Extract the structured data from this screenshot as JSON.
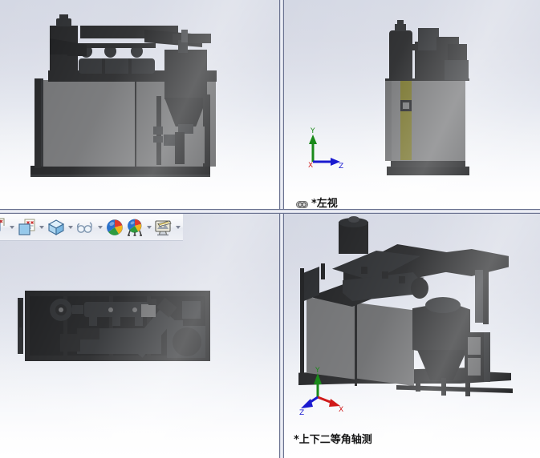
{
  "app": {
    "title": "SolidWorks drawing viewports",
    "background_top": "#d4d8e4",
    "background_bottom": "#ffffff",
    "splitter_color": "#6a7290",
    "selection_color": "#ff8c1a"
  },
  "viewports": [
    {
      "id": "top-left",
      "name": "front-view-pane",
      "label": "",
      "has_label": false,
      "has_triad": false,
      "has_selection": true
    },
    {
      "id": "top-right",
      "name": "left-view-pane",
      "label": "*左视",
      "has_label": true,
      "has_link_icon": true,
      "has_triad": true,
      "triad": {
        "type": "orthographic",
        "axes": [
          {
            "name": "Y",
            "label": "Y",
            "color": "#1a8a1a",
            "direction": "up"
          },
          {
            "name": "Z",
            "label": "Z",
            "color": "#1a1ad0",
            "direction": "right"
          },
          {
            "name": "X",
            "label": "X",
            "color": "#d01a1a",
            "direction": "origin"
          }
        ]
      }
    },
    {
      "id": "bottom-left",
      "name": "top-view-pane",
      "label": "",
      "has_label": false,
      "has_triad": false
    },
    {
      "id": "bottom-right",
      "name": "dimetric-view-pane",
      "label": "*上下二等角轴测",
      "has_label": true,
      "has_link_icon": false,
      "has_triad": true,
      "triad": {
        "type": "isometric",
        "axes": [
          {
            "name": "Y",
            "label": "Y",
            "color": "#1a8a1a",
            "direction": "up"
          },
          {
            "name": "X",
            "label": "X",
            "color": "#d01a1a",
            "direction": "down-right"
          },
          {
            "name": "Z",
            "label": "Z",
            "color": "#1a1ad0",
            "direction": "down-left"
          }
        ]
      }
    }
  ],
  "toolbar": {
    "name": "view-settings-toolbar",
    "buttons": [
      {
        "id": "edit-appearance",
        "icon": "edit-appearance-icon",
        "label": "Edit Appearance",
        "has_dropdown": false,
        "clipped": true
      },
      {
        "id": "display-style",
        "icon": "display-style-icon",
        "label": "Display Style",
        "has_dropdown": true
      },
      {
        "id": "view-orientation",
        "icon": "view-cube-icon",
        "label": "View Orientation",
        "has_dropdown": true
      },
      {
        "id": "hide-show-items",
        "icon": "glasses-icon",
        "label": "Hide/Show Items",
        "has_dropdown": true
      },
      {
        "id": "appearances",
        "icon": "appearance-sphere-icon",
        "label": "Appearances",
        "has_dropdown": false
      },
      {
        "id": "scene",
        "icon": "scene-sphere-icon",
        "label": "Scene",
        "has_dropdown": true
      },
      {
        "id": "apply-scene",
        "icon": "apply-scene-icon",
        "label": "Apply Scene",
        "has_dropdown": true
      }
    ]
  },
  "model": {
    "description": "Industrial machinery assembly, dark grey/black shaded CAD model",
    "colors": {
      "body_dark": "#1d1e20",
      "body_panel": "#6d6e70",
      "accent_olive": "#6e6a1e",
      "frame": "#17181a"
    }
  }
}
